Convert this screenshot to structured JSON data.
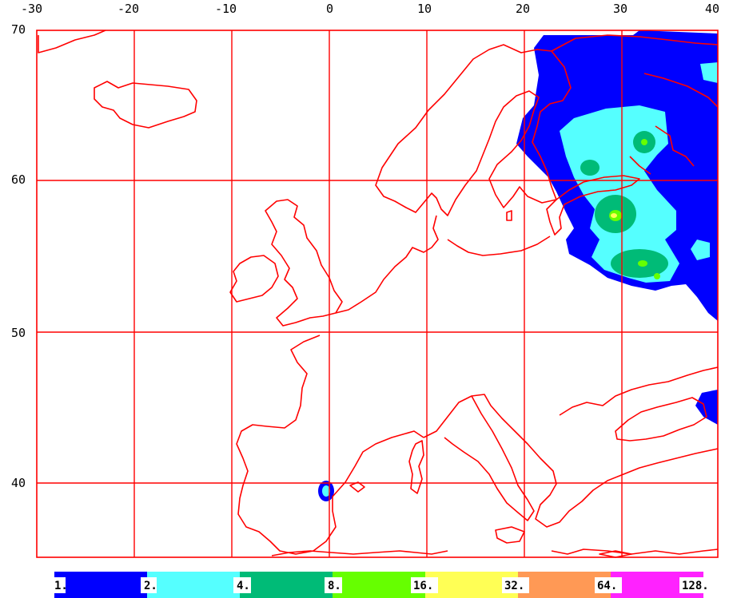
{
  "map": {
    "lon_ticks": [
      "-30",
      "-20",
      "-10",
      "0",
      "10",
      "20",
      "30",
      "40"
    ],
    "lat_ticks": [
      "70",
      "60",
      "50",
      "40"
    ],
    "colors": {
      "coast": "#ff0000",
      "grid": "#ff0000",
      "level_1": "#0000ff",
      "level_2": "#55ffff",
      "level_4": "#00bb77",
      "level_8": "#66ff00",
      "level_16": "#ffff55",
      "level_32": "#ff9955",
      "level_64": "#ff22ff"
    }
  },
  "legend": {
    "labels": [
      "1.",
      "2.",
      "4.",
      "8.",
      "16.",
      "32.",
      "64.",
      "128."
    ],
    "colors": [
      "#0000ff",
      "#55ffff",
      "#00bb77",
      "#66ff00",
      "#ffff55",
      "#ff9955",
      "#ff22ff"
    ]
  }
}
